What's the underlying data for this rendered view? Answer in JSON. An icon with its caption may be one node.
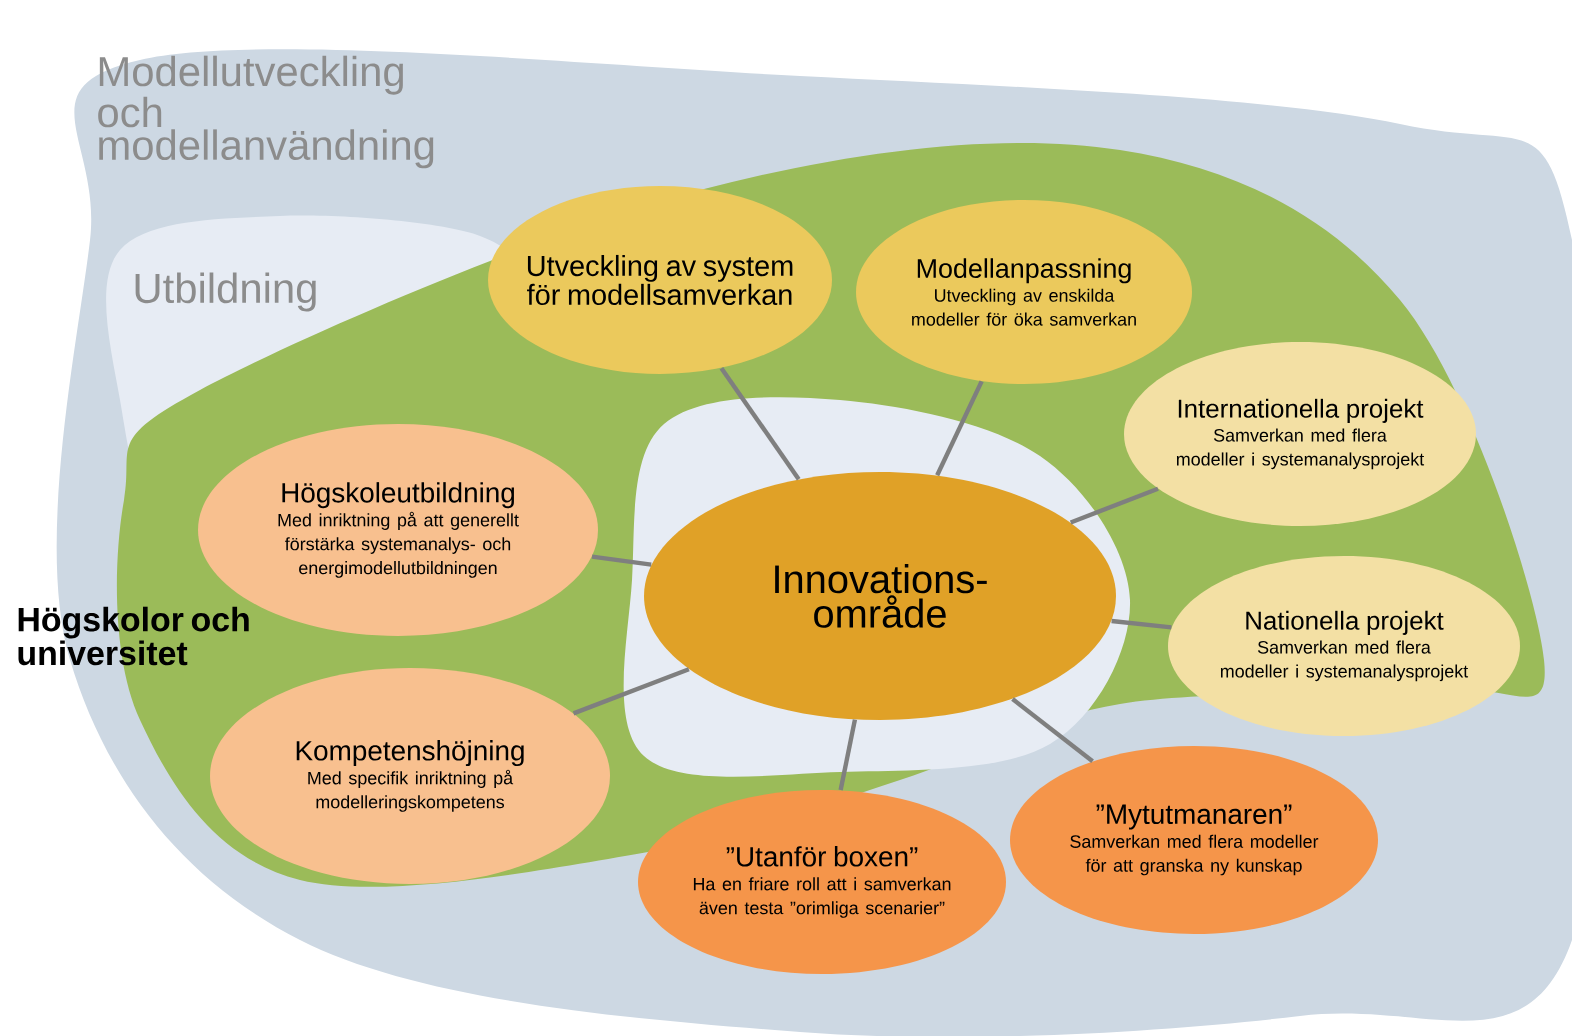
{
  "diagram": {
    "nodes": [
      {
        "text": [
          "Modellutveckling och modellanvändning"
        ]
      },
      {
        "text": [
          "Utbildning"
        ]
      },
      {
        "text": [
          "Högskolor och universitet"
        ]
      },
      {
        "text": [
          "Innovations- område"
        ]
      },
      {
        "text": [
          "Utveckling av system för modellsamverkan"
        ]
      },
      {
        "text": [
          "Modellanpassning",
          "Utveckling av enskilda modeller för öka samverkan"
        ]
      },
      {
        "text": [
          "Internationella projekt",
          "Samverkan med flera modeller i systemanalysprojekt"
        ]
      },
      {
        "text": [
          "Nationella projekt",
          "Samverkan med flera modeller i systemanalysprojekt"
        ]
      },
      {
        "text": [
          "”Mytutmanaren”",
          "Samverkan med flera modeller för att granska ny kunskap"
        ]
      },
      {
        "text": [
          "”Utanför boxen”",
          "Ha en friare roll att i samverkan även testa ”orimliga scenarier”"
        ]
      },
      {
        "text": [
          "Kompetenshöjning",
          "Med specifik inriktning på modelleringskompetens"
        ]
      },
      {
        "text": [
          "Högskoleutbildning",
          "Med inriktning på att generellt förstärka systemanalys- och energimodellutbildningen"
        ]
      }
    ],
    "edges": [
      {
        "from": 3,
        "to": 4,
        "arrow": "none"
      },
      {
        "from": 3,
        "to": 5,
        "arrow": "none"
      },
      {
        "from": 3,
        "to": 6,
        "arrow": "none"
      },
      {
        "from": 3,
        "to": 7,
        "arrow": "none"
      },
      {
        "from": 3,
        "to": 8,
        "arrow": "none"
      },
      {
        "from": 3,
        "to": 9,
        "arrow": "none"
      },
      {
        "from": 3,
        "to": 10,
        "arrow": "none"
      },
      {
        "from": 3,
        "to": 11,
        "arrow": "none"
      }
    ]
  }
}
